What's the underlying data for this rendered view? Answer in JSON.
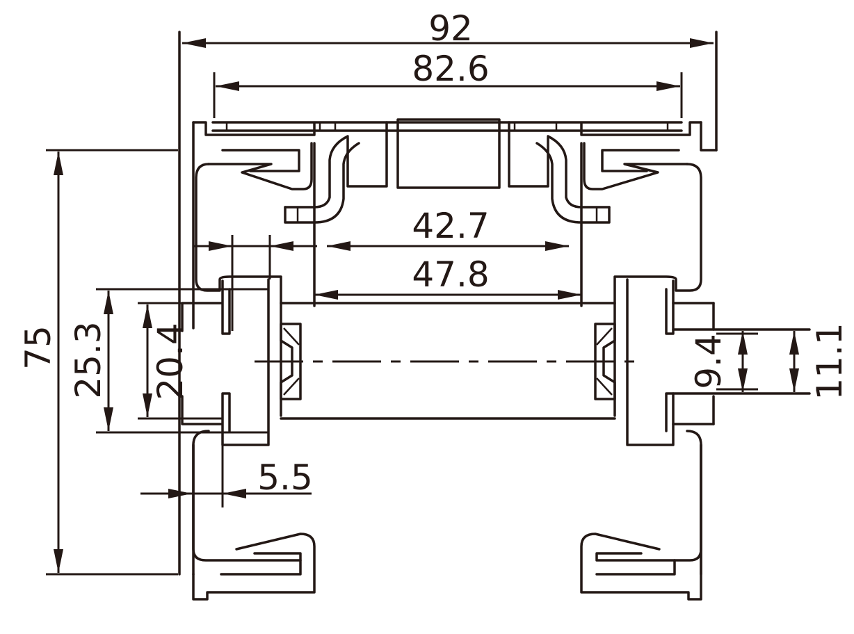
{
  "dimensions": {
    "overall_width": "92",
    "inner_width": "82.6",
    "inner_gap_1": "42.7",
    "inner_gap_2": "47.8",
    "overall_height": "75",
    "slot_height_outer": "25.3",
    "slot_height_inner": "20.4",
    "right_slot_inner": "9.4",
    "right_slot_outer": "11.1",
    "wall_offset": "5.5"
  },
  "colors": {
    "line": "#231815",
    "background": "#ffffff"
  }
}
